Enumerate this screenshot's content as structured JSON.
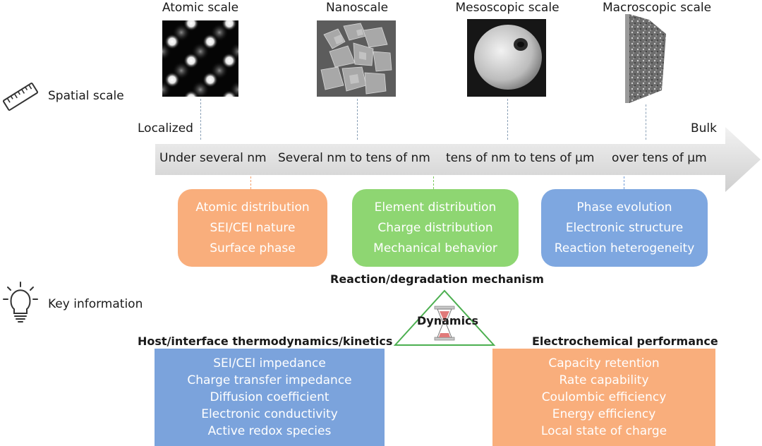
{
  "scales": [
    {
      "title": "Atomic scale"
    },
    {
      "title": "Nanoscale"
    },
    {
      "title": "Mesoscopic scale"
    },
    {
      "title": "Macroscopic scale"
    }
  ],
  "spatial_scale_label": "Spatial scale",
  "key_information_label": "Key information",
  "arrow": {
    "left_label": "Localized",
    "right_label": "Bulk",
    "ranges": [
      "Under several nm",
      "Several nm to tens of nm",
      "tens of nm to tens of µm",
      "over tens of µm"
    ]
  },
  "info_boxes": [
    {
      "items": [
        "Atomic distribution",
        "SEI/CEI nature",
        "Surface phase"
      ]
    },
    {
      "items": [
        "Element distribution",
        "Charge distribution",
        "Mechanical behavior"
      ]
    },
    {
      "items": [
        "Phase evolution",
        "Electronic structure",
        "Reaction heterogeneity"
      ]
    }
  ],
  "mechanism_title": "Reaction/degradation mechanism",
  "dynamics_label": "Dynamics",
  "host_panel": {
    "title": "Host/interface thermodynamics/kinetics",
    "items": [
      "SEI/CEI impedance",
      "Charge transfer impedance",
      "Diffusion coefficient",
      "Electronic conductivity",
      "Active redox species"
    ]
  },
  "performance_panel": {
    "title": "Electrochemical performance",
    "items": [
      "Capacity retention",
      "Rate capability",
      "Coulombic efficiency",
      "Energy efficiency",
      "Local state of charge"
    ]
  },
  "colors": {
    "orange": "#f9ae7c",
    "green": "#8ed672",
    "blue": "#7ea7e0",
    "panel_blue": "#7ba3dc",
    "panel_orange": "#f9ae7c",
    "triangle": "#4caf50",
    "arrow": "#dcdcdc"
  }
}
